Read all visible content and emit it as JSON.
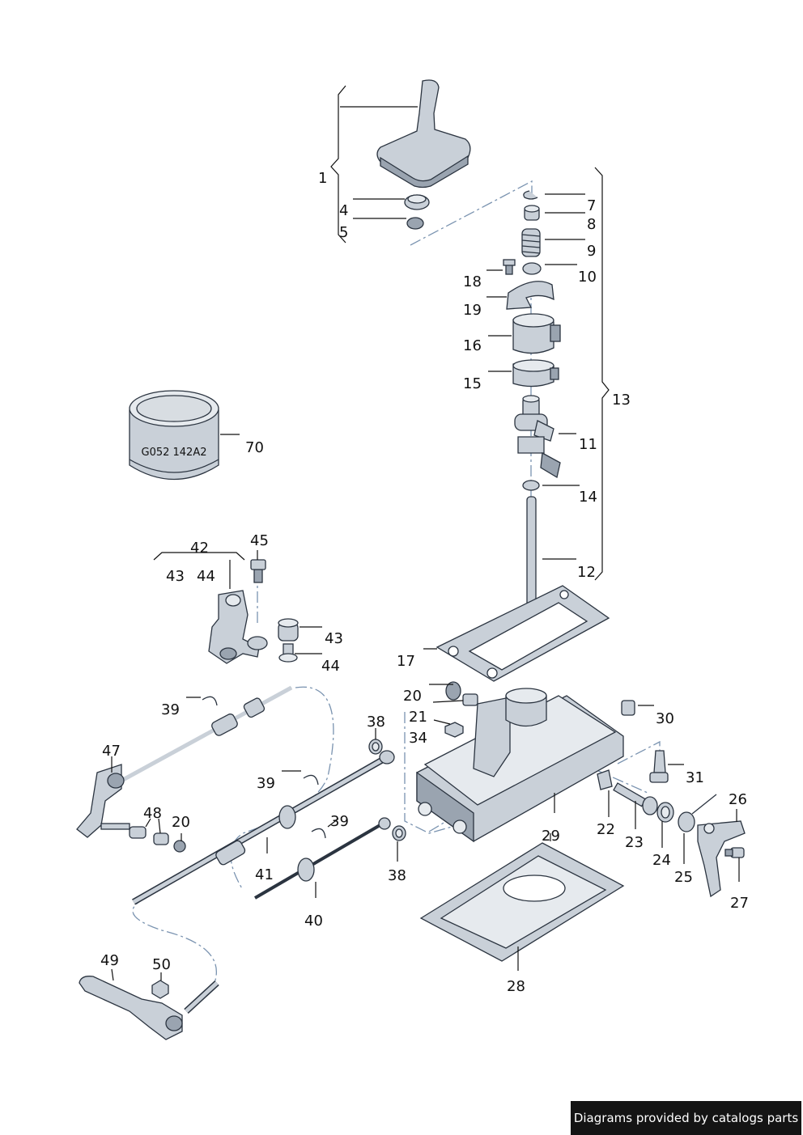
{
  "credit": "Diagrams provided by catalogs parts",
  "can_label": "G052 142A2",
  "colors": {
    "part_fill": "#c9d0d8",
    "part_dark": "#9aa4b0",
    "outline": "#2b3440",
    "dash": "#7a93b0"
  },
  "callouts": [
    "1",
    "4",
    "5",
    "7",
    "8",
    "9",
    "10",
    "18",
    "19",
    "16",
    "15",
    "13",
    "11",
    "14",
    "12",
    "70",
    "42",
    "45",
    "43",
    "44",
    "43",
    "44",
    "17",
    "20",
    "21",
    "34",
    "30",
    "31",
    "26",
    "38",
    "39",
    "47",
    "48",
    "20",
    "39",
    "22",
    "23",
    "24",
    "25",
    "27",
    "29",
    "41",
    "39",
    "38",
    "40",
    "28",
    "49",
    "50"
  ]
}
